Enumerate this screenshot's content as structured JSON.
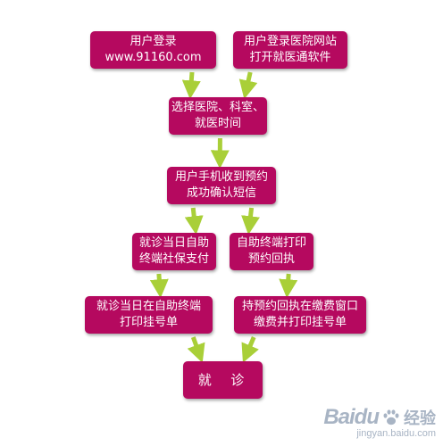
{
  "colors": {
    "box_fill": "#b5095f",
    "box_text": "#ffffff",
    "arrow": "#a9cf38"
  },
  "nodes": [
    {
      "id": "login-web",
      "lines": [
        "用户登录",
        "www.91160.com"
      ]
    },
    {
      "id": "login-app",
      "lines": [
        "用户登录医院网站",
        "打开就医通软件"
      ]
    },
    {
      "id": "select",
      "lines": [
        "选择医院、科室、",
        "就医时间"
      ]
    },
    {
      "id": "sms",
      "lines": [
        "用户手机收到预约",
        "成功确认短信"
      ]
    },
    {
      "id": "self-pay",
      "lines": [
        "就诊当日自助",
        "终端社保支付"
      ]
    },
    {
      "id": "self-print",
      "lines": [
        "自助终端打印",
        "预约回执"
      ]
    },
    {
      "id": "print-ticket",
      "lines": [
        "就诊当日在自助终端",
        "打印挂号单"
      ]
    },
    {
      "id": "counter",
      "lines": [
        "持预约回执在缴费窗口",
        "缴费并打印挂号单"
      ]
    },
    {
      "id": "visit",
      "lines": [
        "就  诊"
      ]
    }
  ],
  "edges": [
    [
      "login-web",
      "select"
    ],
    [
      "login-app",
      "select"
    ],
    [
      "select",
      "sms"
    ],
    [
      "sms",
      "self-pay"
    ],
    [
      "sms",
      "self-print"
    ],
    [
      "self-pay",
      "print-ticket"
    ],
    [
      "self-print",
      "counter"
    ],
    [
      "print-ticket",
      "visit"
    ],
    [
      "counter",
      "visit"
    ]
  ],
  "watermark": {
    "logo": "Baidu",
    "label": "经验",
    "url": "jingyan.baidu.com"
  }
}
